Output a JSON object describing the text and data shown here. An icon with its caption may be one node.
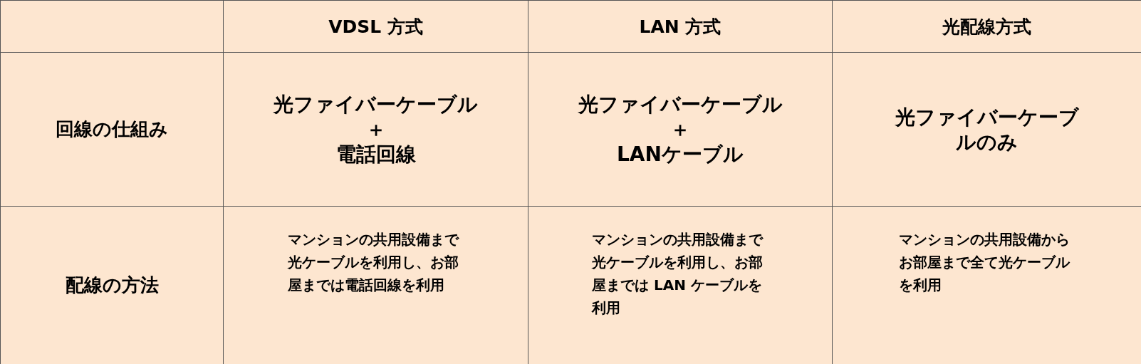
{
  "diagram": {
    "labels": [
      "VDSL 方式",
      "LAN 方式",
      "光配線方式",
      "回線の仕組み",
      "光ファイバーケーブル",
      "＋",
      "電話回線",
      "光ファイバーケーブル",
      "＋",
      "LANケーブル",
      "光ファイバーケーブルのみ",
      "配線の方法",
      "マンションの共用設備まで光ケーブルを利用し、お部屋までは電話回線を利用",
      "マンションの共用設備まで光ケーブルを利用し、お部屋までは LAN ケーブルを利用",
      "マンションの共用設備からお部屋まで全て光ケーブルを利用"
    ]
  }
}
